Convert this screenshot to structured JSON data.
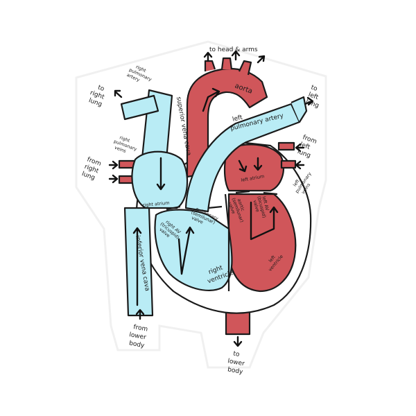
{
  "colors": {
    "oxygenated": "#d0565a",
    "deoxygenated": "#b9ecf5",
    "outline": "#1a1a1a",
    "sticker_border": "#ffffff",
    "background": "#ffffff"
  },
  "labels": {
    "to_head_arms": "to head & arms",
    "aorta": "aorta",
    "right_pulmonary_artery": [
      "right",
      "pulmonary",
      "artery"
    ],
    "to_right_lung": [
      "to",
      "right",
      "lung"
    ],
    "to_left_lung": [
      "to",
      "left",
      "lung"
    ],
    "superior_vena_cava": "superior vena cava",
    "left_pulmonary_artery": [
      "left",
      "pulmonary artery"
    ],
    "from_left_lung": [
      "from",
      "left",
      "lung"
    ],
    "right_pulmonary_veins": [
      "right",
      "pulmonary",
      "veins"
    ],
    "from_right_lung": [
      "from",
      "right",
      "lung"
    ],
    "left_pulmonary_veins": [
      "left",
      "pulmonary",
      "veins"
    ],
    "left_atrium": "left atrium",
    "right_atrium": "right atrium",
    "aortic_valve": [
      "aortic",
      "(semilunar)",
      "valve"
    ],
    "left_av_valve": [
      "left AV",
      "(bicuspid)",
      "valve"
    ],
    "pulmonary_valve": [
      "pulmonary",
      "(semilunar)",
      "valve"
    ],
    "right_av_valve": [
      "right AV",
      "(tricuspid)",
      "valve"
    ],
    "inferior_vena_cava": "inferior vena cava",
    "left_ventricle": [
      "left",
      "ventricle"
    ],
    "right_ventricle": [
      "right",
      "ventricle"
    ],
    "from_lower_body": [
      "from",
      "lower",
      "body"
    ],
    "to_lower_body": [
      "to",
      "lower",
      "body"
    ]
  }
}
